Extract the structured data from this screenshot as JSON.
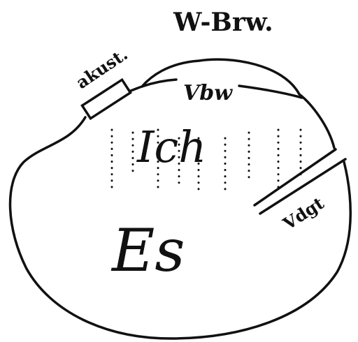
{
  "labels": {
    "w_brw": "W-Brw.",
    "akust": "akust.",
    "vbw": "Vbw",
    "ich": "Ich",
    "es": "Es",
    "vdgt": "Vdgt"
  },
  "colors": {
    "ink": "#111111",
    "background": "#ffffff"
  }
}
